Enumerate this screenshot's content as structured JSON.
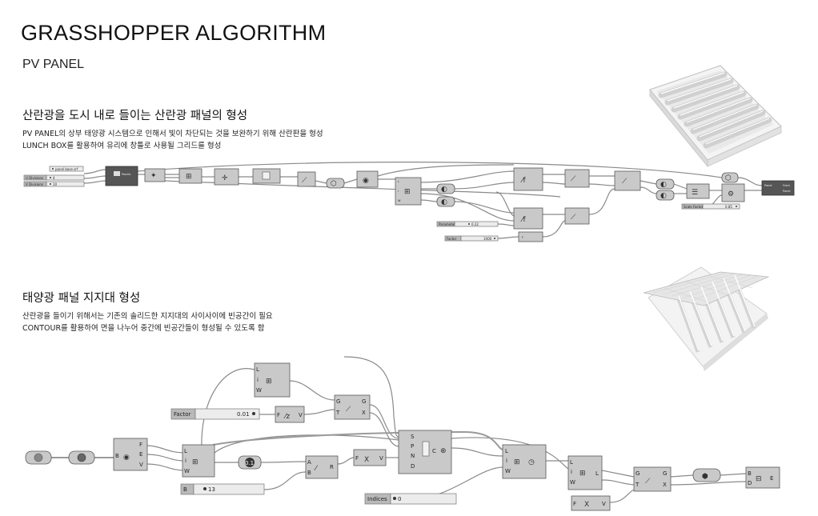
{
  "header": {
    "title": "GRASSHOPPER ALGORITHM",
    "subtitle": "PV PANEL"
  },
  "section1": {
    "heading": "산란광을 도시 내로 들이는 산란광 패널의 형성",
    "lines": [
      "PV PANEL의 상부 태양광 시스템으로 인해서 빛이 차단되는 것을 보완하기 위해 산란판을 형성",
      "LUNCH BOX를 활용하여 유리에 창틀로 사용될 그리드를 형성"
    ],
    "sliders": {
      "u_divisions": {
        "label": "U Divisions",
        "value": "4"
      },
      "v_divisions": {
        "label": "V Divisions",
        "value": "10"
      },
      "panel_base": {
        "label": "panel base srf"
      },
      "parameter": {
        "label": "Parameter",
        "value": "0.22"
      },
      "factor": {
        "label": "Factor",
        "value": "1000"
      },
      "scale_factor": {
        "label": "Scale Factor",
        "value": "0.85"
      }
    },
    "components": {
      "panels": {
        "label": "Panels"
      },
      "panel_out": {
        "label": "Panel",
        "outputs": [
          "Front",
          "Panel"
        ]
      }
    }
  },
  "section2": {
    "heading": "태양광 패널 지지대 형성",
    "lines": [
      "산란광을 들이기 위해서는 기존의 솔리드한 지지대의 사이사이에 빈공간이 필요",
      "CONTOUR를 활용하여 면을 나누어 중간에 빈공간들이 형성될 수 있도록 함"
    ],
    "sliders": {
      "factor": {
        "label": "Factor",
        "value": "0.01"
      },
      "b": {
        "label": "B",
        "value": "13"
      },
      "indices": {
        "label": "Indices",
        "value": "0"
      }
    },
    "components": {
      "ports_fev": [
        "F",
        "E",
        "V"
      ],
      "ports_liw": [
        "L",
        "i",
        "W"
      ],
      "ports_fzv": [
        "F",
        "V"
      ],
      "ports_gtgx": [
        "G",
        "T",
        "G",
        "X"
      ],
      "ports_ab_r": [
        "A",
        "B",
        "R"
      ],
      "ports_spnd_c": [
        "S",
        "P",
        "N",
        "D",
        "C"
      ],
      "ports_fxv": [
        "F",
        "X",
        "V"
      ],
      "ports_bd_e": [
        "B",
        "D",
        "E"
      ],
      "ports_b": [
        "B"
      ],
      "ports_l": [
        "L"
      ],
      "value_01": "0.1"
    }
  },
  "colors": {
    "component": "#c9c9c9",
    "component_dark": "#555555",
    "wire": "#8a8a8a",
    "slider": "#ececec"
  }
}
